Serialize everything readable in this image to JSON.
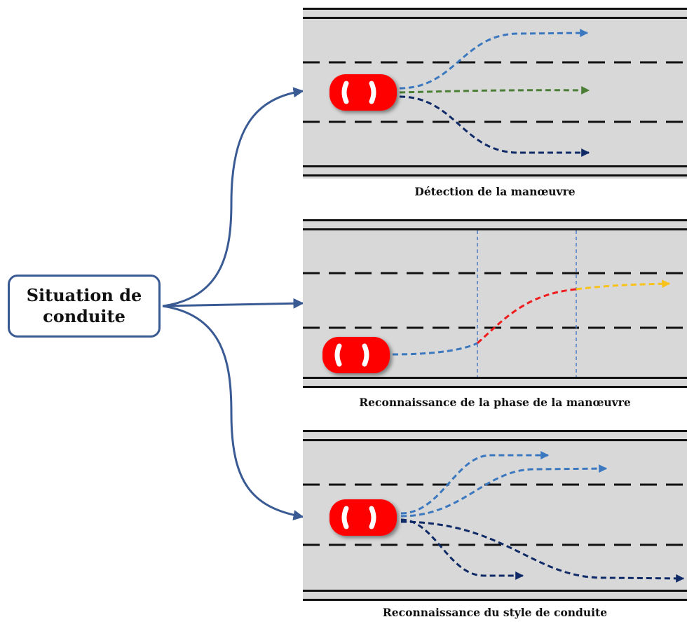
{
  "root": {
    "line1": "Situation de",
    "line2": "conduite"
  },
  "panels": [
    {
      "caption": "Détection de la manœuvre"
    },
    {
      "caption": "Reconnaissance de la phase de la manœuvre"
    },
    {
      "caption": "Reconnaissance du style de conduite"
    }
  ],
  "colors": {
    "connector": "#3a5a94",
    "road": "#d8d8d8",
    "lane_marking": "#111111",
    "car_body": "#ff0000",
    "car_windows": "#ffffff",
    "path_light_blue": "#3b78bf",
    "path_dark_blue": "#0f2a66",
    "path_green": "#4b7f35",
    "path_red": "#ee1c1c",
    "path_yellow": "#f7c21a",
    "phase_divider": "#4b7bc7"
  },
  "icons": {
    "vehicle": "red-car-icon"
  }
}
